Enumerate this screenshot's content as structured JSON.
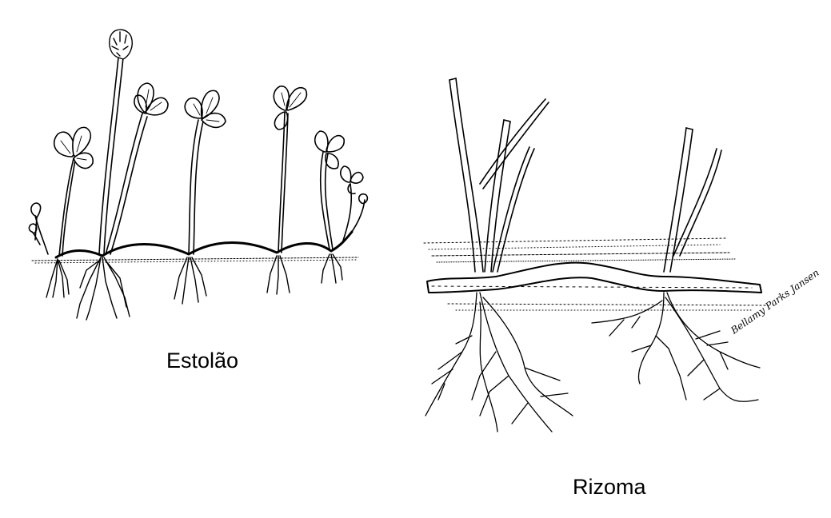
{
  "labels": {
    "stolon": "Estolão",
    "rhizome": "Rizoma",
    "signature": "Bellamy Parks Jansen"
  },
  "colors": {
    "ink": "#000000",
    "background": "#ffffff"
  }
}
